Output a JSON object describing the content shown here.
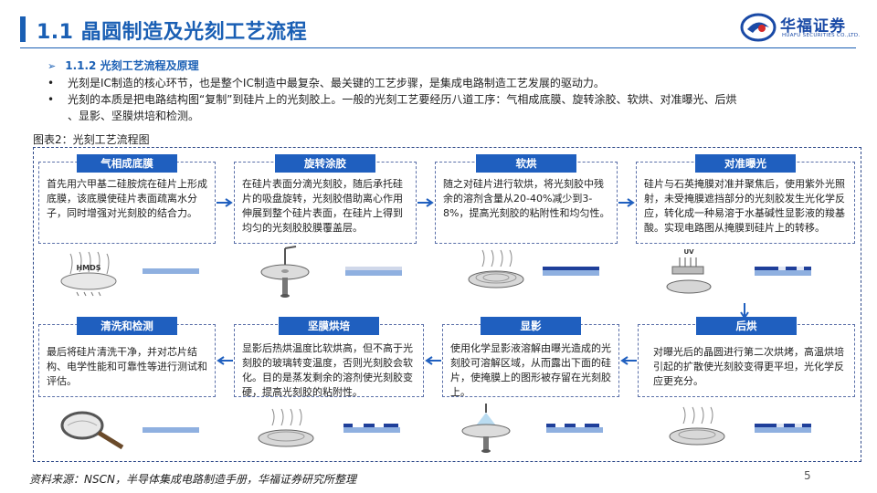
{
  "header": {
    "title": "1.1 晶圆制造及光刻工艺流程",
    "logo_name": "华福证券",
    "logo_sub": "HUAFU SECURITIES CO.,LTD."
  },
  "intro": {
    "subhead": "1.1.2 光刻工艺流程及原理",
    "bullet1": "光刻是IC制造的核心环节，也是整个IC制造中最复杂、最关键的工艺步骤，是集成电路制造工艺发展的驱动力。",
    "bullet2_line1": "光刻的本质是把电路结构图“复制”到硅片上的光刻胶上。一般的光刻工艺要经历八道工序：气相成底膜、旋转涂胶、软烘、对准曝光、后烘",
    "bullet2_line2": "、显影、坚膜烘培和检测。"
  },
  "figure": {
    "label": "图表2：光刻工艺流程图",
    "steps": [
      {
        "title": "气相成底膜",
        "text": "首先用六甲基二硅胺烷在硅片上形成底膜，该底膜使硅片表面疏离水分子，同时增强对光刻胶的结合力。",
        "icon": "hmds-wafer-icon",
        "icon_label": "HMDS"
      },
      {
        "title": "旋转涂胶",
        "text": "在硅片表面分滴光刻胶，随后承托硅片的吸盘旋转，光刻胶借助离心作用伸展到整个硅片表面，在硅片上得到均匀的光刻胶胶膜覆盖层。",
        "icon": "spin-coat-icon"
      },
      {
        "title": "软烘",
        "text": "随之对硅片进行软烘，将光刻胶中残余的溶剂含量从20-40%减少到3-8%，提高光刻胶的粘附性和均匀性。",
        "icon": "hotplate-icon"
      },
      {
        "title": "对准曝光",
        "text": "硅片与石英掩膜对准并聚焦后，使用紫外光照射，未受掩膜遮挡部分的光刻胶发生光化学反应，转化成一种易溶于水基碱性显影液的羧基酸。实现电路图从掩膜到硅片上的转移。",
        "icon": "uv-exposure-icon",
        "icon_label": "UV"
      },
      {
        "title": "后烘",
        "text": "对曝光后的晶圆进行第二次烘烤，高温烘培引起的扩散使光刻胶变得更平坦，光化学反应更充分。",
        "icon": "hotplate-icon"
      },
      {
        "title": "显影",
        "text": "使用化学显影液溶解由曝光造成的光刻胶可溶解区域，从而露出下面的硅片，使掩膜上的图形被存留在光刻胶上。",
        "icon": "develop-spray-icon"
      },
      {
        "title": "坚膜烘培",
        "text": "显影后热烘温度比软烘高，但不高于光刻胶的玻璃转变温度，否则光刻胶会软化。目的是蒸发剩余的溶剂使光刻胶变硬，提高光刻胶的粘附性。",
        "icon": "hotplate-icon"
      },
      {
        "title": "清洗和检测",
        "text": "最后将硅片清洗干净，并对芯片结构、电学性能和可靠性等进行测试和评估。",
        "icon": "magnifier-icon"
      }
    ]
  },
  "colors": {
    "brand_blue": "#1a5fb4",
    "card_head": "#1f5fbf",
    "wafer_top": "#8fb0e0",
    "substrate": "#3f6fd1"
  },
  "footer": {
    "source": "资料来源：NSCN，半导体集成电路制造手册，华福证券研究所整理",
    "page": "5"
  }
}
